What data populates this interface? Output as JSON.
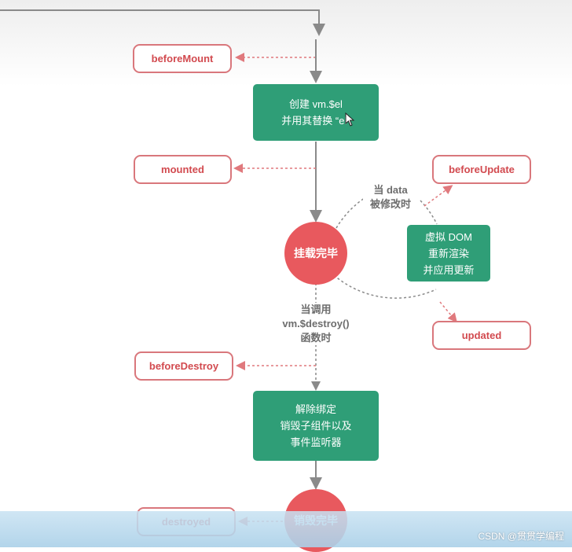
{
  "hooks": {
    "beforeMount": "beforeMount",
    "mounted": "mounted",
    "beforeUpdate": "beforeUpdate",
    "updated": "updated",
    "beforeDestroy": "beforeDestroy",
    "destroyed": "destroyed"
  },
  "steps": {
    "create_el": [
      "创建 vm.$el",
      "并用其替换 “el”"
    ],
    "virtual_dom": [
      "虚拟 DOM",
      "重新渲染",
      "并应用更新"
    ],
    "teardown": [
      "解除绑定",
      "销毁子组件以及",
      "事件监听器"
    ]
  },
  "circles": {
    "mounted": "挂载完毕",
    "destroyed": "销毁完毕"
  },
  "notes": {
    "data_changed": [
      "当 data",
      "被修改时"
    ],
    "destroy_called": [
      "当调用",
      "vm.$destroy()",
      "函数时"
    ]
  },
  "watermark": "CSDN @贯贯学编程",
  "colors": {
    "hook_border": "#d9777c",
    "hook_text": "#d24a4f",
    "step_fill": "#2f9e77",
    "circle_fill": "#e8595e",
    "line": "#8a8a8a"
  }
}
